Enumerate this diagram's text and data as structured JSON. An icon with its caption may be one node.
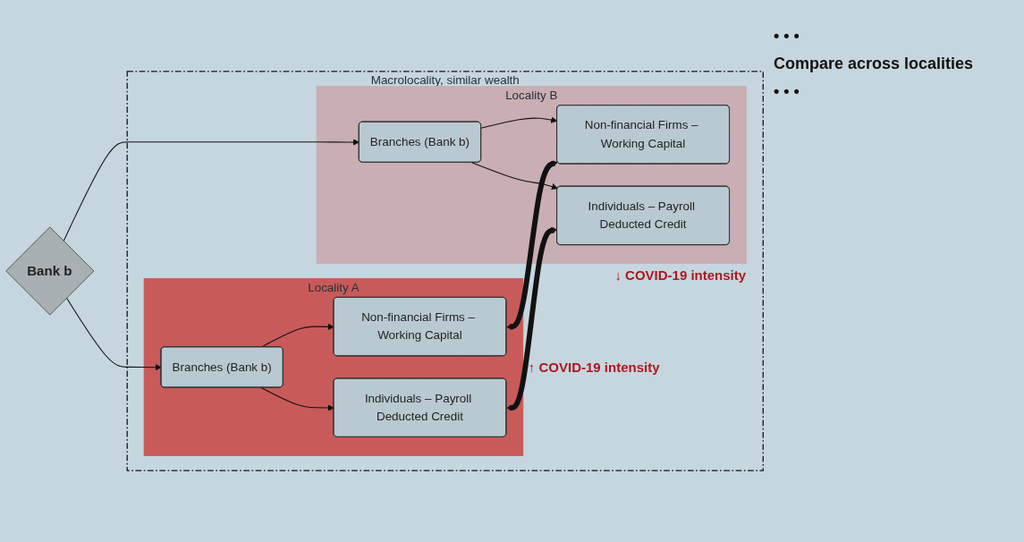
{
  "diagram": {
    "nodes": [
      {
        "text": [
          "Macrolocality, similar wealth"
        ]
      },
      {
        "text": [
          "Locality A"
        ],
        "in": 0,
        "beside": [
          "↑ COVID-19 intensity"
        ]
      },
      {
        "text": [
          "Branches (Bank b)"
        ],
        "in": 1
      },
      {
        "text": [
          "Non-financial Firms – Working Capital"
        ],
        "in": 1
      },
      {
        "text": [
          "Individuals – Payroll Deducted Credit"
        ],
        "in": 1
      },
      {
        "text": [
          "Locality B"
        ],
        "in": 0,
        "beside": [
          "↓ COVID-19 intensity"
        ]
      },
      {
        "text": [
          "Non-financial Firms – Working Capital"
        ],
        "in": 5
      },
      {
        "text": [
          "Individuals – Payroll Deducted Credit"
        ],
        "in": 5
      },
      {
        "text": [
          "Branches (Bank b)"
        ],
        "in": 5
      },
      {
        "text": [
          "Bank b"
        ]
      }
    ],
    "edges": [
      {
        "from": 9,
        "to": 2,
        "arrow": "to"
      },
      {
        "from": 9,
        "to": 8,
        "arrow": "to"
      },
      {
        "from": 2,
        "to": 3,
        "arrow": "to"
      },
      {
        "from": 2,
        "to": 4,
        "arrow": "to"
      },
      {
        "from": 8,
        "to": 6,
        "arrow": "to"
      },
      {
        "from": 8,
        "to": 7,
        "arrow": "to"
      },
      {
        "from": 3,
        "to": 6,
        "arrow": "both",
        "style": "thick"
      },
      {
        "from": 4,
        "to": 7,
        "arrow": "both",
        "style": "thick"
      }
    ],
    "labels": [
      "• • •",
      "Compare across localities",
      "• • •"
    ]
  }
}
